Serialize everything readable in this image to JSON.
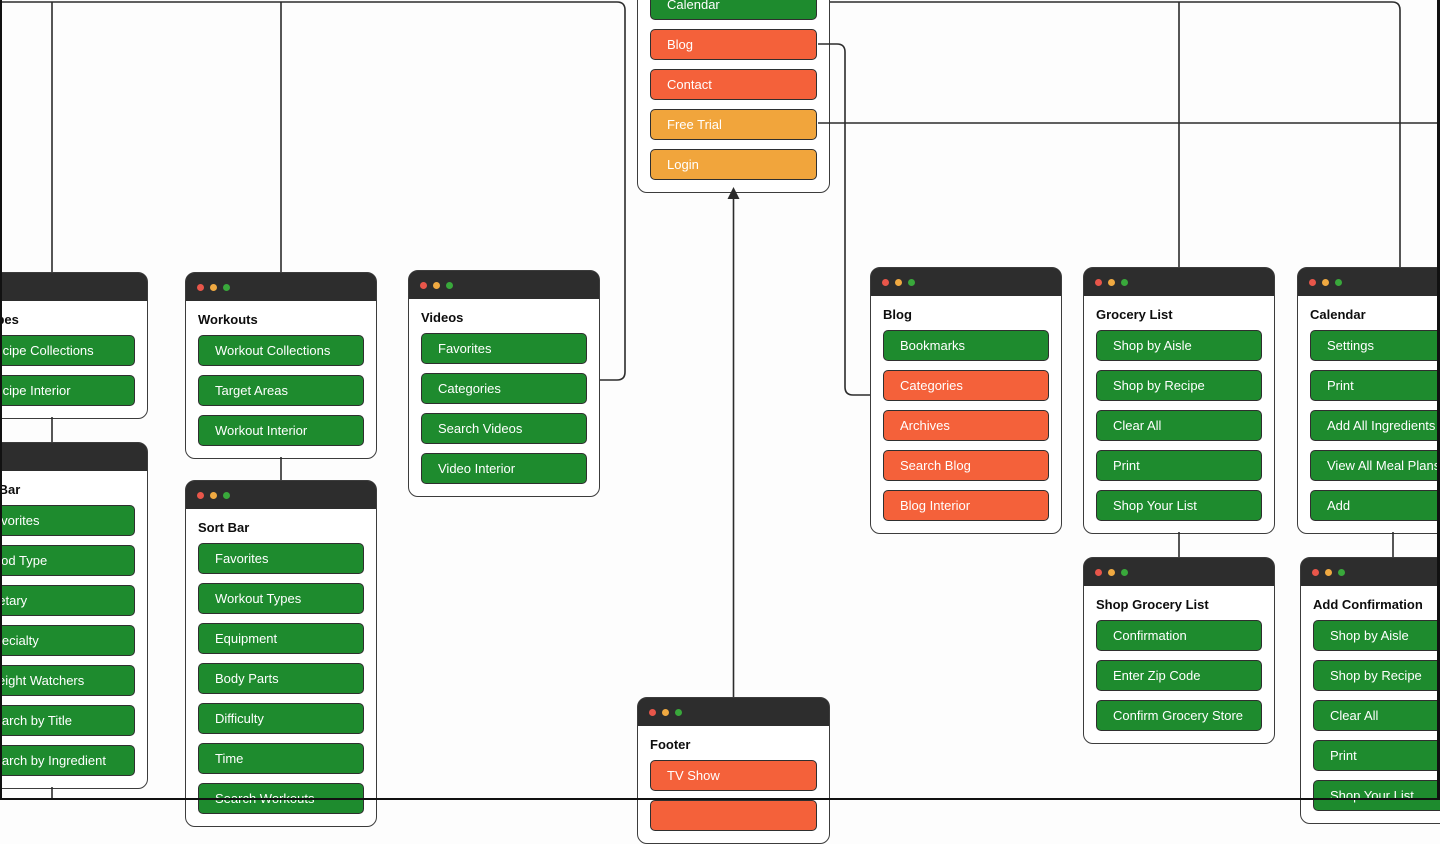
{
  "diagram": {
    "background": "#fdfdfd",
    "connector_color": "#2c2c2c",
    "window_chrome": {
      "header_color": "#2d2d2d",
      "dot_colors": {
        "red": "#e8564a",
        "yellow": "#efa941",
        "green": "#39a83b"
      }
    },
    "button_colors": {
      "green": "#1e8b2e",
      "orange": "#f4613a",
      "amber": "#f1a53c"
    },
    "cards": [
      {
        "id": "main-nav",
        "title": "",
        "buttons": [
          {
            "label": "Calendar",
            "color": "green"
          },
          {
            "label": "Blog",
            "color": "orange"
          },
          {
            "label": "Contact",
            "color": "orange"
          },
          {
            "label": "Free Trial",
            "color": "amber"
          },
          {
            "label": "Login",
            "color": "amber"
          }
        ]
      },
      {
        "id": "recipes",
        "title": "Recipes",
        "buttons": [
          {
            "label": "Recipe Collections",
            "color": "green"
          },
          {
            "label": "Recipe Interior",
            "color": "green"
          }
        ]
      },
      {
        "id": "recipes-sort-bar",
        "title": "Sort Bar",
        "buttons": [
          {
            "label": "Favorites",
            "color": "green"
          },
          {
            "label": "Food Type",
            "color": "green"
          },
          {
            "label": "Dietary",
            "color": "green"
          },
          {
            "label": "Specialty",
            "color": "green"
          },
          {
            "label": "Weight Watchers",
            "color": "green"
          },
          {
            "label": "Search by Title",
            "color": "green"
          },
          {
            "label": "Search by Ingredient",
            "color": "green"
          }
        ]
      },
      {
        "id": "workouts",
        "title": "Workouts",
        "buttons": [
          {
            "label": "Workout Collections",
            "color": "green"
          },
          {
            "label": "Target Areas",
            "color": "green"
          },
          {
            "label": "Workout Interior",
            "color": "green"
          }
        ]
      },
      {
        "id": "workouts-sort-bar",
        "title": "Sort Bar",
        "buttons": [
          {
            "label": "Favorites",
            "color": "green"
          },
          {
            "label": "Workout Types",
            "color": "green"
          },
          {
            "label": "Equipment",
            "color": "green"
          },
          {
            "label": "Body Parts",
            "color": "green"
          },
          {
            "label": "Difficulty",
            "color": "green"
          },
          {
            "label": "Time",
            "color": "green"
          },
          {
            "label": "Search Workouts",
            "color": "green"
          }
        ]
      },
      {
        "id": "videos",
        "title": "Videos",
        "buttons": [
          {
            "label": "Favorites",
            "color": "green"
          },
          {
            "label": "Categories",
            "color": "green"
          },
          {
            "label": "Search Videos",
            "color": "green"
          },
          {
            "label": "Video Interior",
            "color": "green"
          }
        ]
      },
      {
        "id": "blog",
        "title": "Blog",
        "buttons": [
          {
            "label": "Bookmarks",
            "color": "green"
          },
          {
            "label": "Categories",
            "color": "orange"
          },
          {
            "label": "Archives",
            "color": "orange"
          },
          {
            "label": "Search Blog",
            "color": "orange"
          },
          {
            "label": "Blog Interior",
            "color": "orange"
          }
        ]
      },
      {
        "id": "grocery-list",
        "title": "Grocery List",
        "buttons": [
          {
            "label": "Shop by Aisle",
            "color": "green"
          },
          {
            "label": "Shop by Recipe",
            "color": "green"
          },
          {
            "label": "Clear All",
            "color": "green"
          },
          {
            "label": "Print",
            "color": "green"
          },
          {
            "label": "Shop Your List",
            "color": "green"
          }
        ]
      },
      {
        "id": "calendar",
        "title": "Calendar",
        "buttons": [
          {
            "label": "Settings",
            "color": "green"
          },
          {
            "label": "Print",
            "color": "green"
          },
          {
            "label": "Add All Ingredients",
            "color": "green"
          },
          {
            "label": "View All Meal Plans",
            "color": "green"
          },
          {
            "label": "Add",
            "color": "green"
          }
        ]
      },
      {
        "id": "shop-grocery-list",
        "title": "Shop Grocery List",
        "buttons": [
          {
            "label": "Confirmation",
            "color": "green"
          },
          {
            "label": "Enter Zip Code",
            "color": "green"
          },
          {
            "label": "Confirm Grocery Store",
            "color": "green"
          }
        ]
      },
      {
        "id": "add-confirmation",
        "title": "Add Confirmation",
        "buttons": [
          {
            "label": "Shop by Aisle",
            "color": "green"
          },
          {
            "label": "Shop by Recipe",
            "color": "green"
          },
          {
            "label": "Clear All",
            "color": "green"
          },
          {
            "label": "Print",
            "color": "green"
          },
          {
            "label": "Shop Your List",
            "color": "green"
          }
        ]
      },
      {
        "id": "footer",
        "title": "Footer",
        "buttons": [
          {
            "label": "TV Show",
            "color": "orange"
          },
          {
            "label": "",
            "color": "orange"
          }
        ]
      }
    ]
  }
}
